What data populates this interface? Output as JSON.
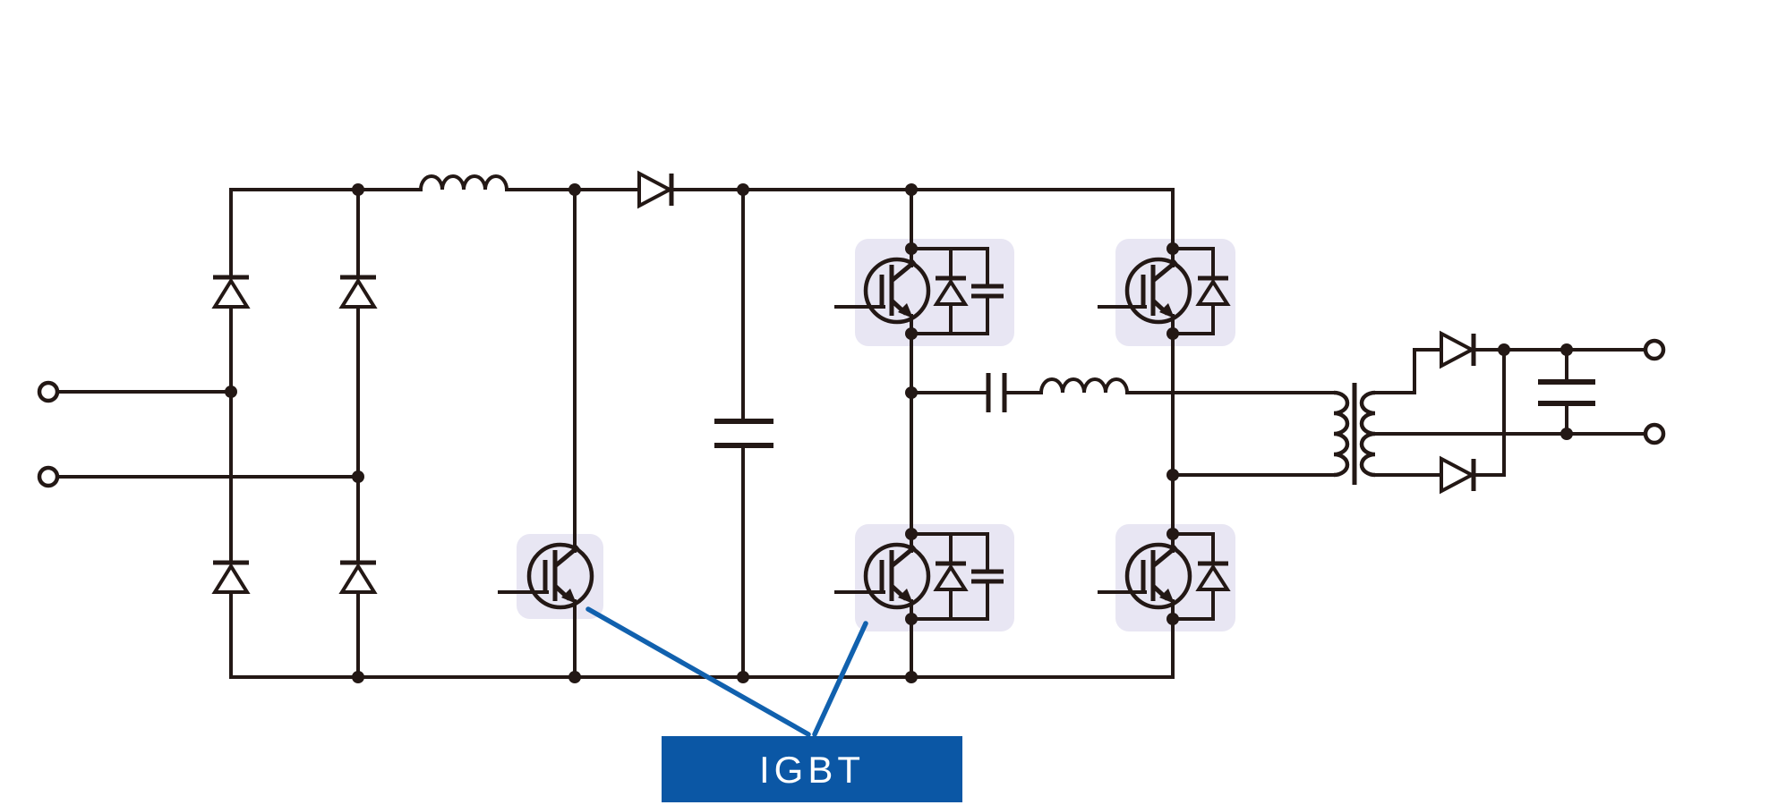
{
  "diagram": {
    "type": "circuit-schematic",
    "description": "Power conversion circuit: AC input, diode bridge rectifier, PFC boost stage with IGBT, DC-link capacitor, full-bridge IGBT inverter with series resonant LC, center-tapped isolation transformer, output rectifier diodes, filter capacitor and DC output terminals",
    "label_box": {
      "text": "IGBT"
    },
    "colors": {
      "background": "#ffffff",
      "wire": "#231815",
      "highlight_box": "#e8e6f3",
      "callout_blue": "#1161ae",
      "label_box_fill": "#0b57a5",
      "label_text": "#ffffff"
    },
    "components": [
      {
        "name": "ac-input-terminal-top",
        "highlighted": false
      },
      {
        "name": "ac-input-terminal-bottom",
        "highlighted": false
      },
      {
        "name": "bridge-rectifier-diode-upper-left",
        "highlighted": false
      },
      {
        "name": "bridge-rectifier-diode-upper-right",
        "highlighted": false
      },
      {
        "name": "bridge-rectifier-diode-lower-left",
        "highlighted": false
      },
      {
        "name": "bridge-rectifier-diode-lower-right",
        "highlighted": false
      },
      {
        "name": "pfc-inductor",
        "highlighted": false
      },
      {
        "name": "boost-diode",
        "highlighted": false
      },
      {
        "name": "boost-igbt",
        "highlighted": true
      },
      {
        "name": "dc-link-capacitor",
        "highlighted": false
      },
      {
        "name": "inverter-igbt-high-left",
        "highlighted": true
      },
      {
        "name": "inverter-igbt-high-right",
        "highlighted": true
      },
      {
        "name": "inverter-igbt-low-left",
        "highlighted": true
      },
      {
        "name": "inverter-igbt-low-right",
        "highlighted": true
      },
      {
        "name": "antiparallel-diode-x4",
        "highlighted": false
      },
      {
        "name": "snubber-capacitor-x2",
        "highlighted": false
      },
      {
        "name": "resonant-capacitor",
        "highlighted": false
      },
      {
        "name": "resonant-inductor",
        "highlighted": false
      },
      {
        "name": "transformer-center-tapped",
        "highlighted": false
      },
      {
        "name": "output-rectifier-diode-top",
        "highlighted": false
      },
      {
        "name": "output-rectifier-diode-bottom",
        "highlighted": false
      },
      {
        "name": "output-filter-capacitor",
        "highlighted": false
      },
      {
        "name": "dc-output-terminal-top",
        "highlighted": false
      },
      {
        "name": "dc-output-terminal-bottom",
        "highlighted": false
      }
    ]
  }
}
